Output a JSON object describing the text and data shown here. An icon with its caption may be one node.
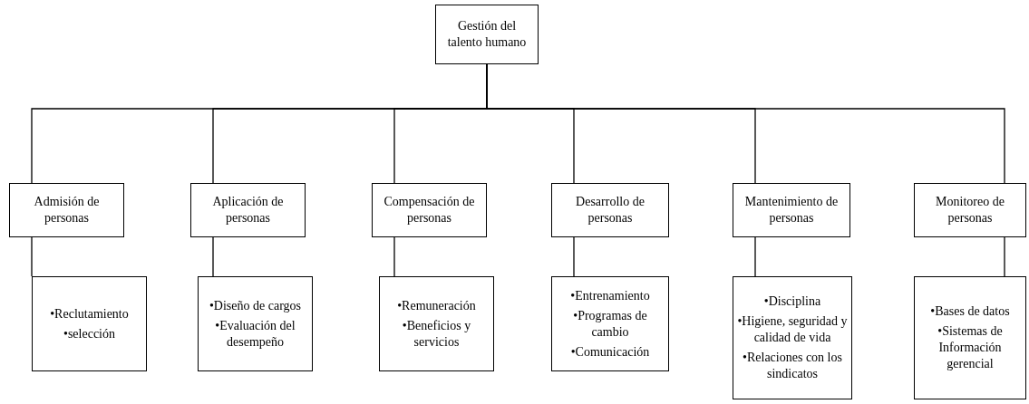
{
  "diagram": {
    "nodes": [
      {
        "text": [
          "Gestión del talento humano"
        ]
      },
      {
        "text": [
          "Admisión de personas"
        ]
      },
      {
        "text": [
          "Aplicación de personas"
        ]
      },
      {
        "text": [
          "Compensación de personas"
        ]
      },
      {
        "text": [
          "Desarrollo de personas"
        ]
      },
      {
        "text": [
          "Mantenimiento de personas"
        ]
      },
      {
        "text": [
          "Monitoreo de personas"
        ]
      },
      {
        "text": [
          "•Reclutamiento",
          "•selección"
        ]
      },
      {
        "text": [
          "•Diseño de cargos",
          "•Evaluación del desempeño"
        ]
      },
      {
        "text": [
          "•Remuneración",
          "•Beneficios y servicios"
        ]
      },
      {
        "text": [
          "•Entrenamiento",
          "•Programas de cambio",
          "•Comunicación"
        ]
      },
      {
        "text": [
          "•Disciplina",
          "•Higiene, seguridad y calidad de vida",
          "•Relaciones con los sindicatos"
        ]
      },
      {
        "text": [
          "•Bases de datos",
          "•Sistemas de Información gerencial"
        ]
      }
    ],
    "edges": [
      {
        "from": 0,
        "to": 1,
        "arrow": "none"
      },
      {
        "from": 0,
        "to": 2,
        "arrow": "none"
      },
      {
        "from": 0,
        "to": 3,
        "arrow": "none"
      },
      {
        "from": 0,
        "to": 4,
        "arrow": "none"
      },
      {
        "from": 0,
        "to": 5,
        "arrow": "none"
      },
      {
        "from": 0,
        "to": 6,
        "arrow": "none"
      },
      {
        "from": 1,
        "to": 7,
        "arrow": "none"
      },
      {
        "from": 2,
        "to": 8,
        "arrow": "none"
      },
      {
        "from": 3,
        "to": 9,
        "arrow": "none"
      },
      {
        "from": 4,
        "to": 10,
        "arrow": "none"
      },
      {
        "from": 5,
        "to": 11,
        "arrow": "none"
      },
      {
        "from": 6,
        "to": 12,
        "arrow": "none"
      }
    ]
  }
}
